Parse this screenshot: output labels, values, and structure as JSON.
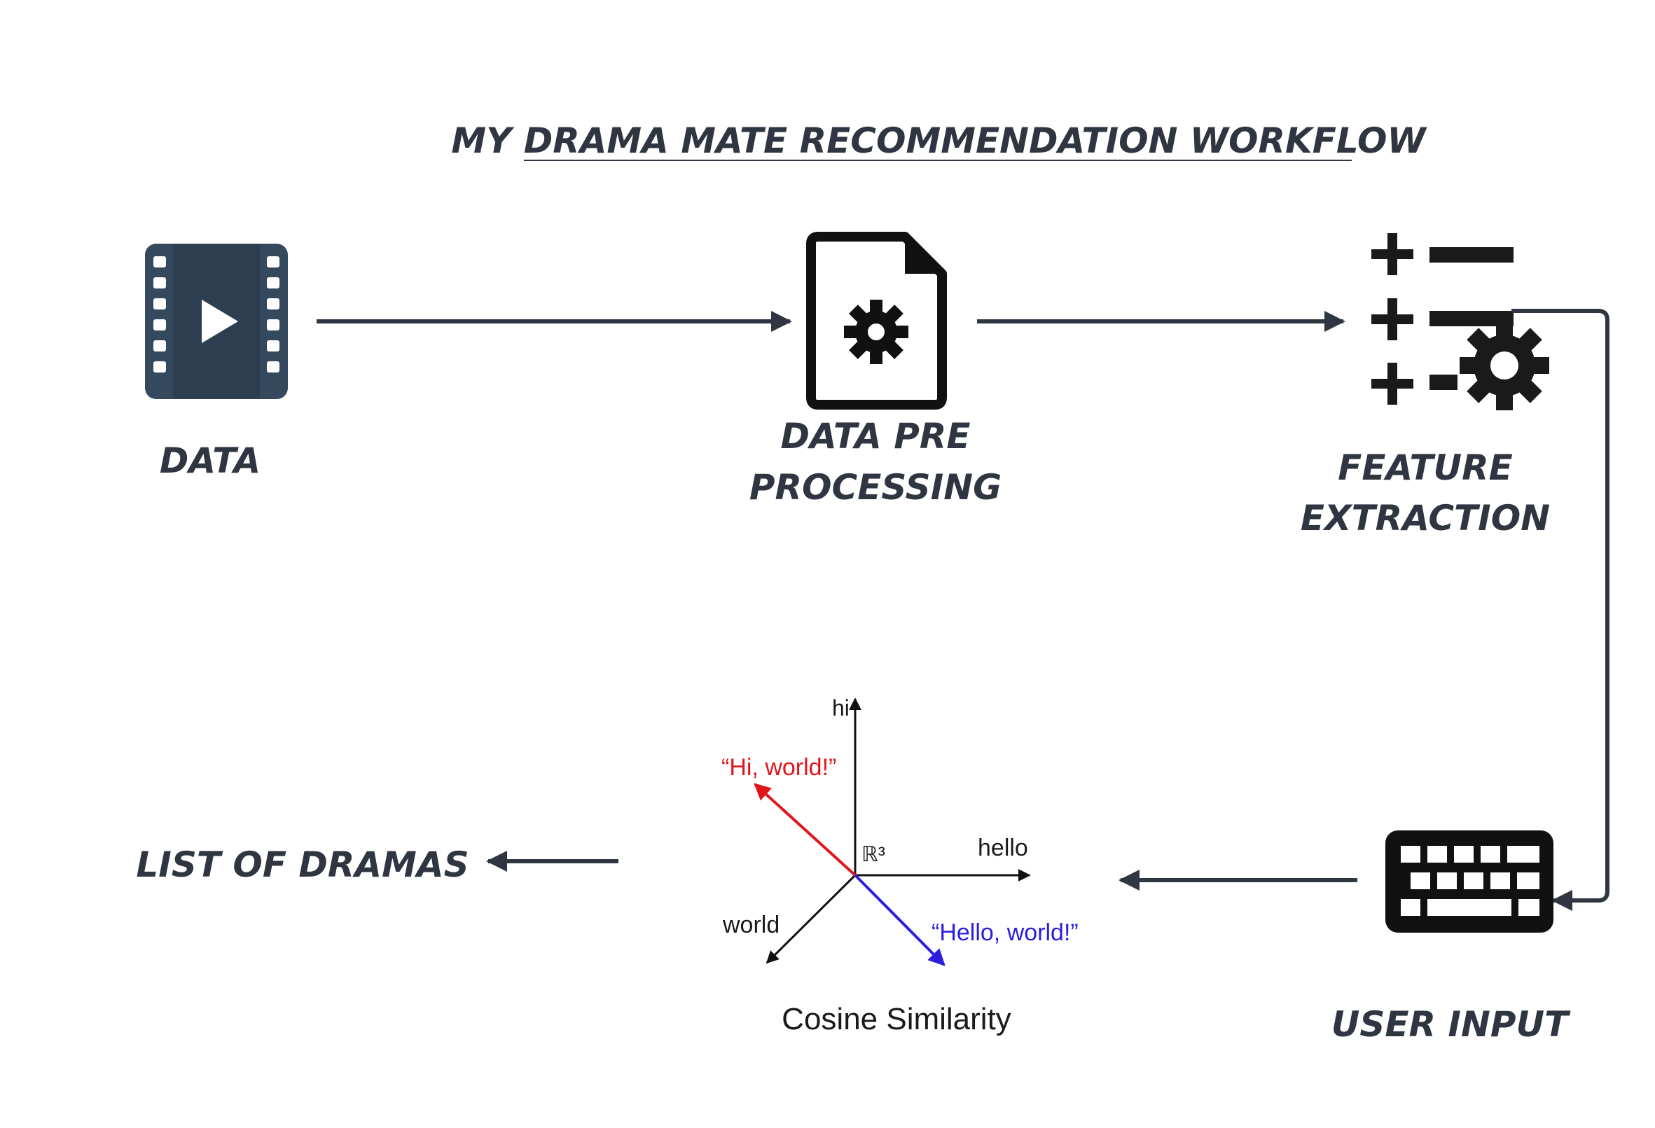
{
  "title": "MY DRAMA MATE RECOMMENDATION WORKFLOW",
  "nodes": {
    "data": {
      "label": "DATA",
      "icon": "film-play-icon"
    },
    "preprocessing": {
      "label_line1": "DATA PRE",
      "label_line2": "PROCESSING",
      "icon": "gear-document-icon"
    },
    "feature_extraction": {
      "label_line1": "FEATURE",
      "label_line2": "EXTRACTION",
      "icon": "list-gear-icon"
    },
    "user_input": {
      "label": "USER INPUT",
      "icon": "keyboard-icon"
    },
    "output": {
      "label": "LIST OF DRAMAS"
    }
  },
  "cosine_figure": {
    "caption": "Cosine Similarity",
    "axis_up": "hi",
    "axis_right": "hello",
    "axis_down_left": "world",
    "space_label": "ℝ³",
    "vector_red_label": "“Hi, world!”",
    "vector_blue_label": "“Hello, world!”"
  },
  "colors": {
    "ink": "#2f3641",
    "icon_fill": "#34495e",
    "vector_red": "#e0161b",
    "vector_blue": "#2b1ee0"
  }
}
